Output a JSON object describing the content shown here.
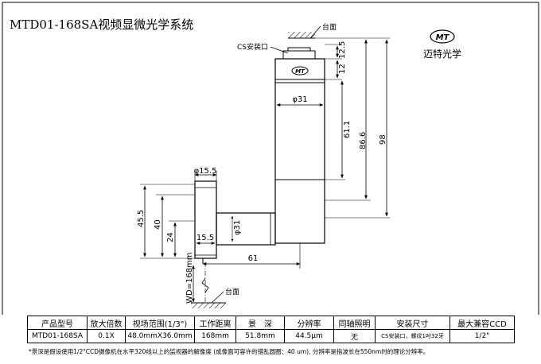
{
  "title": "MTD01-168SA视频显微光学系统",
  "brand": {
    "logo_mark": "MT",
    "name": "迈特光学"
  },
  "diagram": {
    "labels": {
      "table_top": "台面",
      "table_bottom": "台面",
      "cs_mount": "CS安装口",
      "lens_mark": "MT"
    },
    "dimensions": {
      "d_12_5": "12.5",
      "d_12": "12",
      "d_31_top": "φ31",
      "d_61_1": "61.1",
      "d_86_6": "86.6",
      "d_98": "98",
      "d_15_5_top": "φ15.5",
      "d_45_5": "45.5",
      "d_40": "40",
      "d_24": "24",
      "d_15_5": "15.5",
      "d_31_side": "φ31",
      "d_61": "61",
      "d_wd": "WD=168mm"
    }
  },
  "spec_table": {
    "headers": [
      "产品型号",
      "放大倍数",
      "视场范围(1/3\")",
      "工作距离",
      "景　深",
      "分辨率",
      "同轴照明",
      "安装尺寸",
      "最大兼容CCD"
    ],
    "row": [
      "MTD01-168SA",
      "0.1X",
      "48.0mmX36.0mm",
      "168mm",
      "51.8mm",
      "44.5μm",
      "无",
      "CS安装口，螺纹1吋32牙",
      "1/2\""
    ]
  },
  "footnote": "*景深是假设使用1/2\"CCD摄像机在水平320线以上的监视器的解像度 (成像面可容许的错乱圆圈：40 um), 分辨率是指波长在550nm时的理论分辨率。"
}
